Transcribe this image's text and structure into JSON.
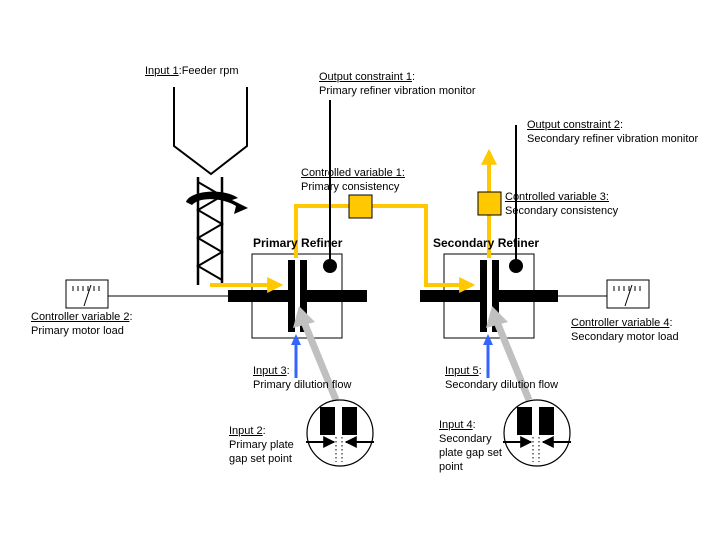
{
  "colors": {
    "stock_flow": "#ffc800",
    "dilution_flow": "#3366ff",
    "plate_gap_signal": "#c0c0c0",
    "structure": "#000000"
  },
  "refiners": {
    "primary": {
      "title": "Primary Refiner"
    },
    "secondary": {
      "title": "Secondary Refiner"
    }
  },
  "labels": {
    "input1": {
      "tag": "Input 1",
      "sep": ":",
      "text": "Feeder rpm"
    },
    "output1": {
      "tag": "Output constraint 1",
      "sep": ":",
      "text": "Primary refiner vibration monitor"
    },
    "output2": {
      "tag": "Output constraint 2",
      "sep": ":",
      "text": "Secondary refiner vibration monitor"
    },
    "cv1": {
      "tag": "Controlled variable 1:",
      "text": "Primary consistency"
    },
    "cv3": {
      "tag": "Controlled variable 3:",
      "text": "Secondary consistency"
    },
    "cv2": {
      "tag": "Controller variable 2",
      "sep": ":",
      "text": "Primary motor load"
    },
    "cv4": {
      "tag": "Controller variable 4",
      "sep": ":",
      "text": "Secondary motor load"
    },
    "input3": {
      "tag": "Input 3",
      "sep": ":",
      "text": "Primary dilution flow"
    },
    "input5": {
      "tag": "Input 5",
      "sep": ":",
      "text": "Secondary dilution flow"
    },
    "input2": {
      "tag": "Input 2",
      "sep": ":",
      "line1": "Primary plate",
      "line2": "gap set point"
    },
    "input4": {
      "tag": "Input 4",
      "sep": ":",
      "line1": "Secondary",
      "line2": "plate gap set",
      "line3": "point"
    }
  },
  "icons": {
    "feeder": "hopper-screw-feeder-icon",
    "rotation": "curved-rotation-arrow-icon",
    "meter": "analog-gauge-icon",
    "vibration_sensor": "sensor-dot-icon",
    "consistency_sensor": "square-sensor-icon",
    "plate_gap": "plate-gap-circle-icon"
  }
}
